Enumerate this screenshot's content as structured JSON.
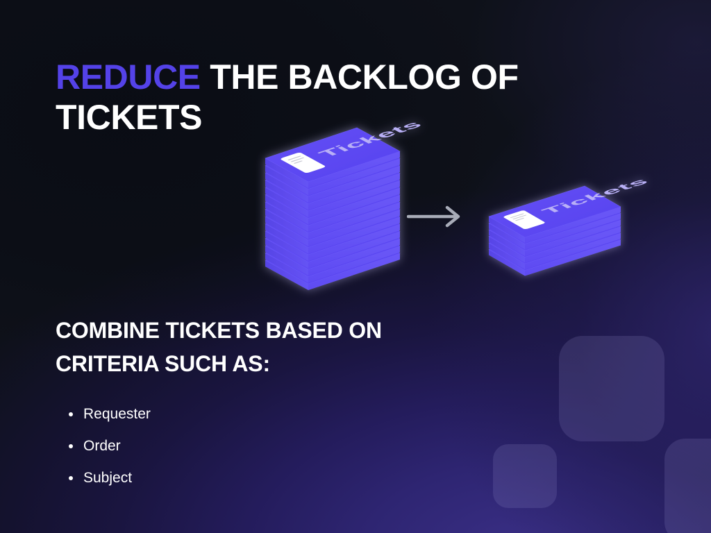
{
  "slide": {
    "title_accent": "REDUCE",
    "title_rest": " THE BACKLOG  OF TICKETS",
    "subheading": "COMBINE TICKETS BASED ON CRITERIA SUCH AS:",
    "bullets": [
      {
        "label": "Requester"
      },
      {
        "label": "Order"
      },
      {
        "label": "Subject"
      }
    ]
  },
  "illustration": {
    "arrow_icon": "arrow-right-icon",
    "big_stack": {
      "label": "Tickets",
      "layer_count": 15,
      "document_icon": "document-icon"
    },
    "small_stack": {
      "label": "Tickets",
      "layer_count": 6,
      "document_icon": "document-icon"
    }
  },
  "colors": {
    "accent_purple": "#5442e8",
    "ticket_top": "#5b45f0",
    "ticket_side": "#4a35dc",
    "ticket_label": "#b9b0f6",
    "background_dark": "#0e1119",
    "background_glow": "#3a2f86",
    "arrow": "#a8acb8",
    "text_primary": "#ffffff",
    "decor_shape": "rgba(160,155,215,0.17)"
  }
}
